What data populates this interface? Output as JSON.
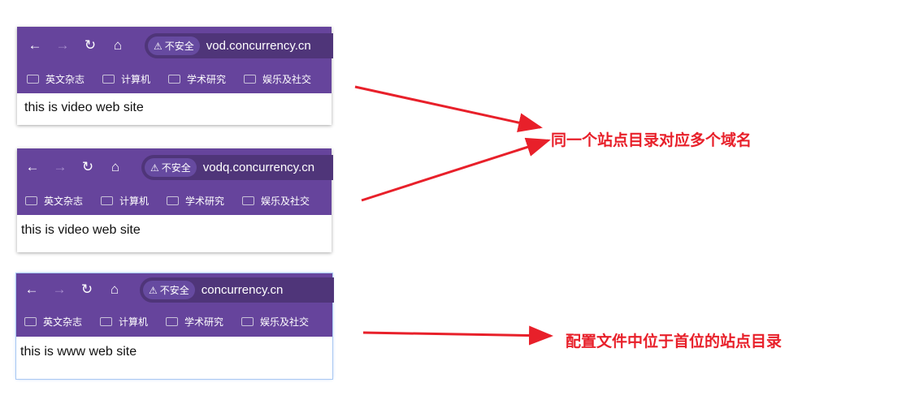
{
  "browser": {
    "not_secure": "不安全",
    "bookmarks": [
      "英文杂志",
      "计算机",
      "学术研究",
      "娱乐及社交"
    ]
  },
  "panels": [
    {
      "url": "vod.concurrency.cn",
      "content": "this is video web site"
    },
    {
      "url": "vodq.concurrency.cn",
      "content": "this is video web site"
    },
    {
      "url": "concurrency.cn",
      "content": "this is www web site"
    }
  ],
  "annotations": {
    "multi_domain": "同一个站点目录对应多个域名",
    "first_site": "配置文件中位于首位的站点目录"
  },
  "colors": {
    "toolbar": "#66449c",
    "annotation": "#e8202a"
  }
}
